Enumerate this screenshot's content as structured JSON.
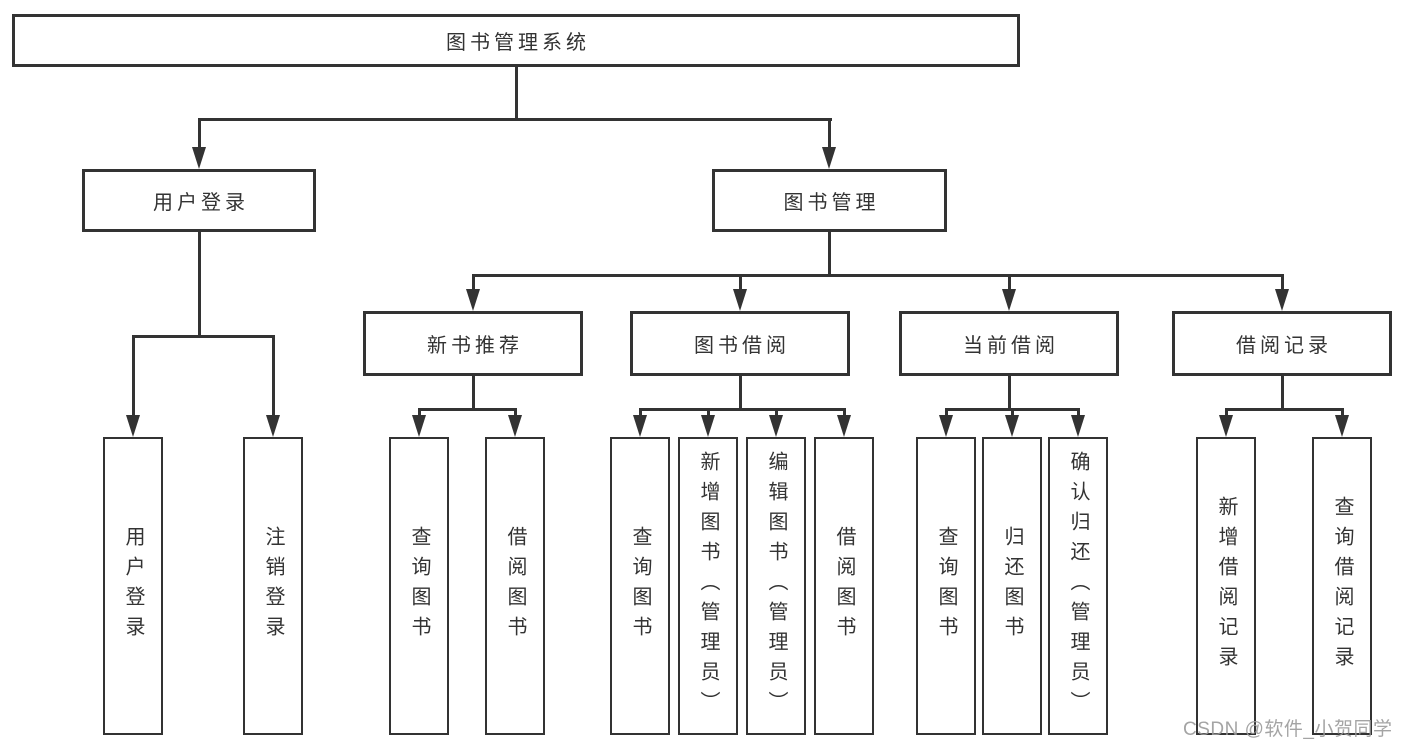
{
  "tree": {
    "root": {
      "label": "图书管理系统",
      "children": [
        {
          "label": "用户登录",
          "children": [
            {
              "label": "用户登录"
            },
            {
              "label": "注销登录"
            }
          ]
        },
        {
          "label": "图书管理",
          "children": [
            {
              "label": "新书推荐",
              "children": [
                {
                  "label": "查询图书"
                },
                {
                  "label": "借阅图书"
                }
              ]
            },
            {
              "label": "图书借阅",
              "children": [
                {
                  "label": "查询图书"
                },
                {
                  "label": "新增图书（管理员）"
                },
                {
                  "label": "编辑图书（管理员）"
                },
                {
                  "label": "借阅图书"
                }
              ]
            },
            {
              "label": "当前借阅",
              "children": [
                {
                  "label": "查询图书"
                },
                {
                  "label": "归还图书"
                },
                {
                  "label": "确认归还（管理员）"
                }
              ]
            },
            {
              "label": "借阅记录",
              "children": [
                {
                  "label": "新增借阅记录"
                },
                {
                  "label": "查询借阅记录"
                }
              ]
            }
          ]
        }
      ]
    }
  },
  "watermark": {
    "text": "CSDN @软件_小贺同学"
  },
  "colors": {
    "line": "#333333",
    "text": "#333333",
    "watermark": "#9b9b9b",
    "background": "#ffffff"
  }
}
